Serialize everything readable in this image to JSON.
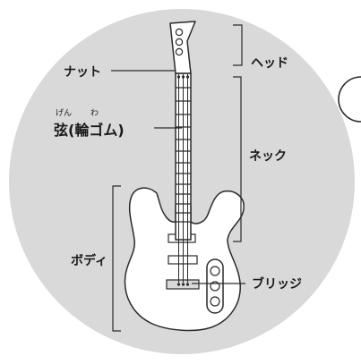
{
  "colors": {
    "background": "#ffffff",
    "circle_fill": "#d9d9d9",
    "outline": "#2b2b2b",
    "body_fill": "#ffffff"
  },
  "labels": {
    "nut": "ナット",
    "head": "ヘッド",
    "string_furigana_1": "げん",
    "string_furigana_2": "わ",
    "string": "弦(輪ゴム)",
    "neck": "ネック",
    "body": "ボディ",
    "bridge": "ブリッジ"
  }
}
